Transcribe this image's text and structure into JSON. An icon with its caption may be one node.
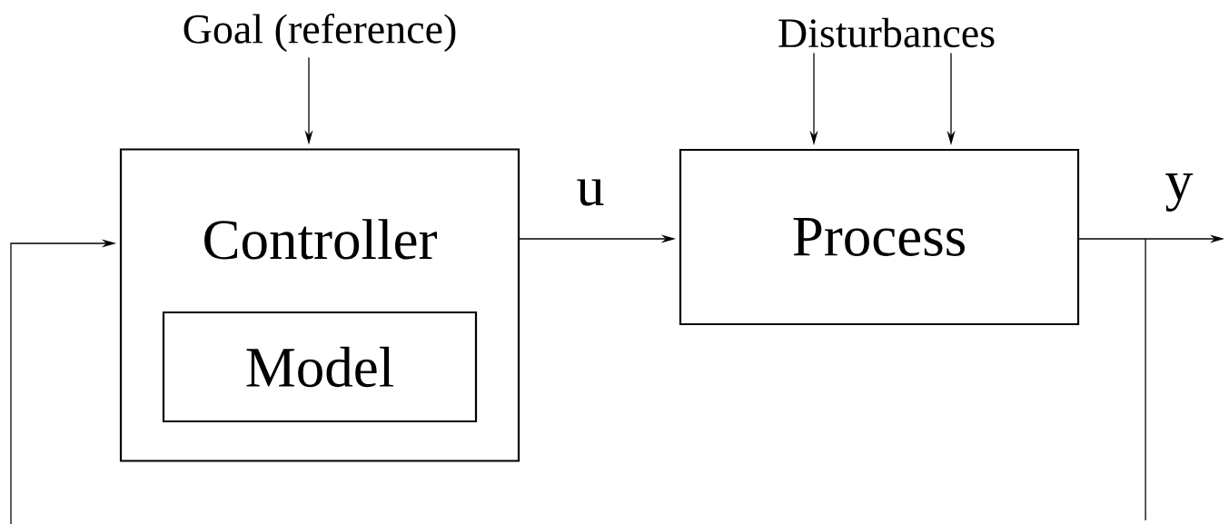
{
  "diagram": {
    "nodes": [
      {
        "text": [
          "Goal (reference)"
        ]
      },
      {
        "text": [
          "Controller"
        ]
      },
      {
        "text": [
          "Model"
        ],
        "in": 1
      },
      {
        "text": [
          "Disturbances"
        ]
      },
      {
        "text": [
          "Process"
        ]
      }
    ],
    "edges": [
      {
        "from": 0,
        "to": 1,
        "arrow": "to"
      },
      {
        "from": 3,
        "to": 4,
        "arrow": "to"
      },
      {
        "from": 3,
        "to": 4,
        "arrow": "to"
      },
      {
        "from": 1,
        "to": 4,
        "arrow": "to",
        "label": "u"
      },
      {
        "from": 4,
        "to": null,
        "arrow": "to",
        "label": "y"
      },
      {
        "from": 4,
        "to": null,
        "arrow": "none"
      },
      {
        "from": null,
        "to": 1,
        "arrow": "to"
      }
    ]
  }
}
